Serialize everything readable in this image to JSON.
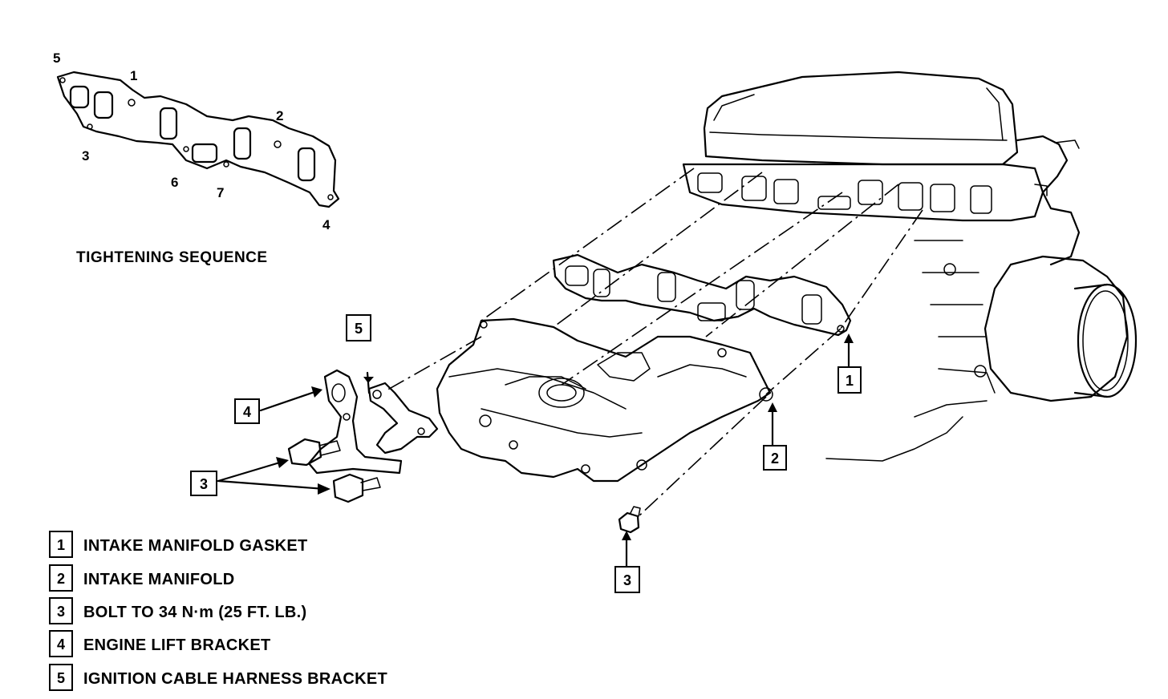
{
  "tightening_sequence": {
    "title": "TIGHTENING SEQUENCE",
    "bolt_numbers": [
      "1",
      "2",
      "3",
      "4",
      "5",
      "6",
      "7"
    ]
  },
  "callouts": {
    "c1": "1",
    "c2": "2",
    "c3_left": "3",
    "c3_bottom": "3",
    "c4": "4",
    "c5": "5"
  },
  "legend": [
    {
      "num": "1",
      "label": "INTAKE MANIFOLD GASKET"
    },
    {
      "num": "2",
      "label": "INTAKE MANIFOLD"
    },
    {
      "num": "3",
      "label": "BOLT TO 34 N·m (25 FT. LB.)"
    },
    {
      "num": "4",
      "label": "ENGINE LIFT BRACKET"
    },
    {
      "num": "5",
      "label": "IGNITION CABLE HARNESS BRACKET"
    }
  ]
}
